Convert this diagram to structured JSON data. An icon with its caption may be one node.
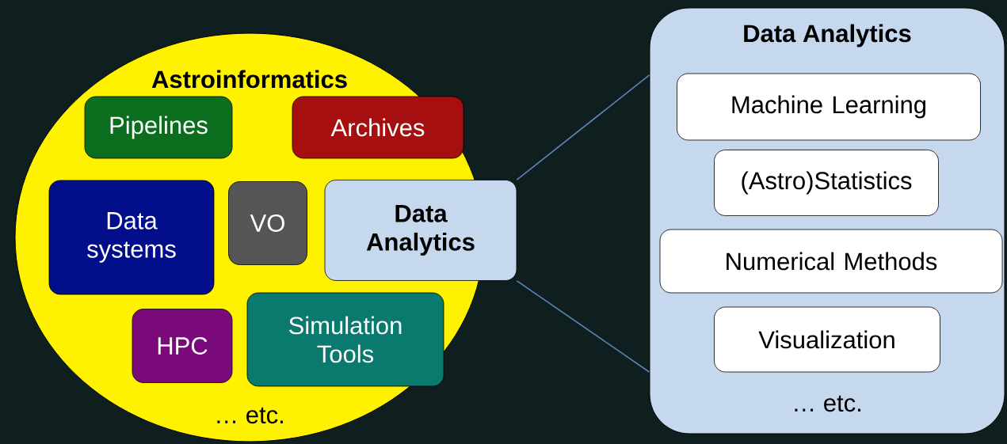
{
  "diagram": {
    "nodes": [
      {
        "text": [
          "Astroinformatics",
          "… etc."
        ]
      },
      {
        "text": [
          "Pipelines"
        ],
        "in": 0
      },
      {
        "text": [
          "Archives"
        ],
        "in": 0
      },
      {
        "text": [
          "Data systems"
        ],
        "in": 0
      },
      {
        "text": [
          "VO"
        ],
        "in": 0
      },
      {
        "text": [
          "Data Analytics"
        ],
        "in": 0
      },
      {
        "text": [
          "HPC"
        ],
        "in": 0
      },
      {
        "text": [
          "Simulation Tools"
        ],
        "in": 0
      },
      {
        "text": [
          "Data Analytics",
          "… etc."
        ]
      },
      {
        "text": [
          "Machine Learning"
        ],
        "in": 8
      },
      {
        "text": [
          "(Astro)Statistics"
        ],
        "in": 8
      },
      {
        "text": [
          "Numerical Methods"
        ],
        "in": 8
      },
      {
        "text": [
          "Visualization"
        ],
        "in": 8
      }
    ],
    "edges": [
      {
        "from": 5,
        "to": 8,
        "arrow": "none"
      },
      {
        "from": 5,
        "to": 8,
        "arrow": "none"
      }
    ]
  }
}
